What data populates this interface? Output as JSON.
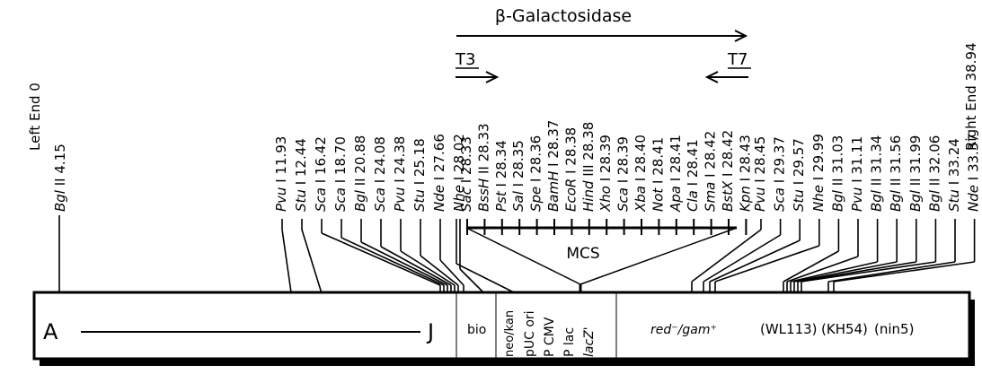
{
  "header": {
    "title": "β-Galactosidase",
    "t3": "T3",
    "t7": "T7"
  },
  "mcs_label": "MCS",
  "sites": [
    {
      "enz": "Left End",
      "pos": "0",
      "italic": false
    },
    {
      "enz": "Bgl II",
      "pos": "4.15",
      "italic": true
    },
    {
      "enz": "Pvu I",
      "pos": "11.93",
      "italic": true
    },
    {
      "enz": "Stu I",
      "pos": "12.44",
      "italic": true
    },
    {
      "enz": "Sca I",
      "pos": "16.42",
      "italic": true
    },
    {
      "enz": "Sca I",
      "pos": "18.70",
      "italic": true
    },
    {
      "enz": "Bgl II",
      "pos": "20.88",
      "italic": true
    },
    {
      "enz": "Sca I",
      "pos": "24.08",
      "italic": true
    },
    {
      "enz": "Pvu I",
      "pos": "24.38",
      "italic": true
    },
    {
      "enz": "Stu I",
      "pos": "25.18",
      "italic": true
    },
    {
      "enz": "Nde I",
      "pos": "27.66",
      "italic": true
    },
    {
      "enz": "Nhe I",
      "pos": "28.02",
      "italic": true
    },
    {
      "enz": "Sac I",
      "pos": "28.33",
      "italic": true
    },
    {
      "enz": "BssH II",
      "pos": "28.33",
      "italic": true
    },
    {
      "enz": "Pst I",
      "pos": "28.34",
      "italic": true
    },
    {
      "enz": "Sal I",
      "pos": "28.35",
      "italic": true
    },
    {
      "enz": "Spe I",
      "pos": "28.36",
      "italic": true
    },
    {
      "enz": "BamH I",
      "pos": "28.37",
      "italic": true
    },
    {
      "enz": "EcoR I",
      "pos": "28.38",
      "italic": true
    },
    {
      "enz": "Hind III",
      "pos": "28.38",
      "italic": true
    },
    {
      "enz": "Xho I",
      "pos": "28.39",
      "italic": true
    },
    {
      "enz": "Sca I",
      "pos": "28.39",
      "italic": true
    },
    {
      "enz": "Xba I",
      "pos": "28.40",
      "italic": true
    },
    {
      "enz": "Not I",
      "pos": "28.41",
      "italic": true
    },
    {
      "enz": "Apa I",
      "pos": "28.41",
      "italic": true
    },
    {
      "enz": "Cla I",
      "pos": "28.41",
      "italic": true
    },
    {
      "enz": "Sma I",
      "pos": "28.42",
      "italic": true
    },
    {
      "enz": "BstX I",
      "pos": "28.42",
      "italic": true
    },
    {
      "enz": "Kpn I",
      "pos": "28.43",
      "italic": true
    },
    {
      "enz": "Pvu I",
      "pos": "28.45",
      "italic": true
    },
    {
      "enz": "Sca I",
      "pos": "29.37",
      "italic": true
    },
    {
      "enz": "Stu I",
      "pos": "29.57",
      "italic": true
    },
    {
      "enz": "Nhe I",
      "pos": "29.99",
      "italic": true
    },
    {
      "enz": "Bgl II",
      "pos": "31.03",
      "italic": true
    },
    {
      "enz": "Pvu I",
      "pos": "31.11",
      "italic": true
    },
    {
      "enz": "Bgl II",
      "pos": "31.34",
      "italic": true
    },
    {
      "enz": "Bgl II",
      "pos": "31.56",
      "italic": true
    },
    {
      "enz": "Bgl II",
      "pos": "31.99",
      "italic": true
    },
    {
      "enz": "Bgl II",
      "pos": "32.06",
      "italic": true
    },
    {
      "enz": "Stu I",
      "pos": "33.24",
      "italic": true
    },
    {
      "enz": "Nde I",
      "pos": "33.37",
      "italic": true
    },
    {
      "enz": "Right End",
      "pos": "38.94",
      "italic": false
    }
  ],
  "vector": {
    "left_letter": "A",
    "right_letter": "J",
    "bio": "bio",
    "neo_kan": "neo/kan",
    "puc_ori": "pUC ori",
    "p_cmv": "P CMV",
    "p_lac": "P lac",
    "lacz": "lacZ'",
    "red_gam": "red⁻/gam⁺",
    "wl113": "(WL113)",
    "kh54": "(KH54)",
    "nin5": "(nin5)"
  }
}
